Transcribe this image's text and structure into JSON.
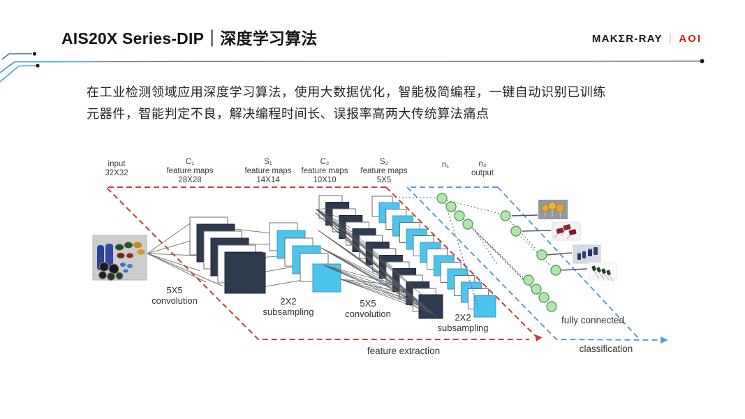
{
  "header": {
    "title": "AIS20X Series-DIP｜深度学习算法",
    "logo": {
      "brand": "MAKΣR-RAY",
      "divider": "|",
      "suffix": "AOI"
    }
  },
  "intro": {
    "line1": "在工业检测领域应用深度学习算法，使用大数据优化，智能极简编程，一键自动识别已训练",
    "line2": "元器件，智能判定不良，解决编程时间长、误报率高两大传统算法痛点"
  },
  "diagram": {
    "input": {
      "l1": "input",
      "l2": "32X32"
    },
    "c1": {
      "l1": "C₁",
      "l2": "feature maps",
      "l3": "28X28"
    },
    "s1": {
      "l1": "S₁",
      "l2": "feature maps",
      "l3": "14X14"
    },
    "c2": {
      "l1": "C₂",
      "l2": "feature maps",
      "l3": "10X10"
    },
    "s2": {
      "l1": "S₂",
      "l2": "feature maps",
      "l3": "5X5"
    },
    "n1": "n₁",
    "n2": {
      "l1": "n₂",
      "l2": "output"
    },
    "conv1": {
      "l1": "5X5",
      "l2": "convolution"
    },
    "sub1": {
      "l1": "2X2",
      "l2": "subsampling"
    },
    "conv2": {
      "l1": "5X5",
      "l2": "convolution"
    },
    "sub2": {
      "l1": "2X2",
      "l2": "subsampling"
    },
    "fully_connected": "fully connected",
    "feature_extraction": "feature extraction",
    "classification": "classification"
  },
  "colors": {
    "logo_red": "#d01f10",
    "accent_blue": "#45a2d8",
    "line_slate": "#4a7086",
    "red_dash": "#c2413a",
    "blue_dash": "#5b9bd5",
    "navy": "#2e3a4d",
    "navy_edge": "#1f2938",
    "cyan": "#4ec3ec",
    "cyan_edge": "#2f9ec7",
    "node_green_fill": "#b2e5ab",
    "node_green_stroke": "#5f9e63",
    "mesh_gray": "#55595e",
    "dot_black": "#17191d"
  }
}
